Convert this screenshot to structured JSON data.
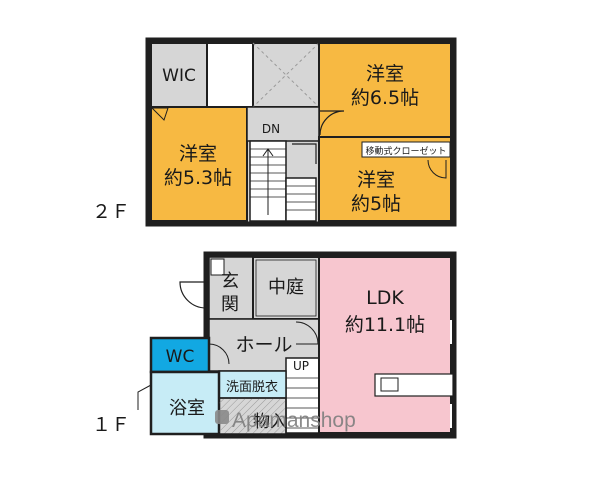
{
  "floors": {
    "second": {
      "label": "２Ｆ",
      "rooms": {
        "wic": "WIC",
        "bedroom_a_name": "洋室",
        "bedroom_a_size": "約6.5帖",
        "bedroom_b_name": "洋室",
        "bedroom_b_size": "約5.3帖",
        "bedroom_c_name": "洋室",
        "bedroom_c_size": "約5帖",
        "stairs_down": "DN",
        "movable_closet": "移動式クローゼット"
      }
    },
    "first": {
      "label": "１Ｆ",
      "rooms": {
        "entrance_1": "玄",
        "entrance_2": "関",
        "courtyard": "中庭",
        "hall": "ホール",
        "stairs_up": "UP",
        "wc": "WC",
        "washroom": "洗面脱衣",
        "bath": "浴室",
        "storage": "物入",
        "ldk_name": "LDK",
        "ldk_size": "約11.1帖"
      }
    }
  },
  "watermark": "Apamanshop",
  "colors": {
    "bedroom": "#f7b942",
    "ldk": "#f7c6cf",
    "wc": "#12a8e2",
    "bath": "#c7ecf6",
    "utility": "#d6d6d6",
    "wall": "#1f1f1f"
  }
}
